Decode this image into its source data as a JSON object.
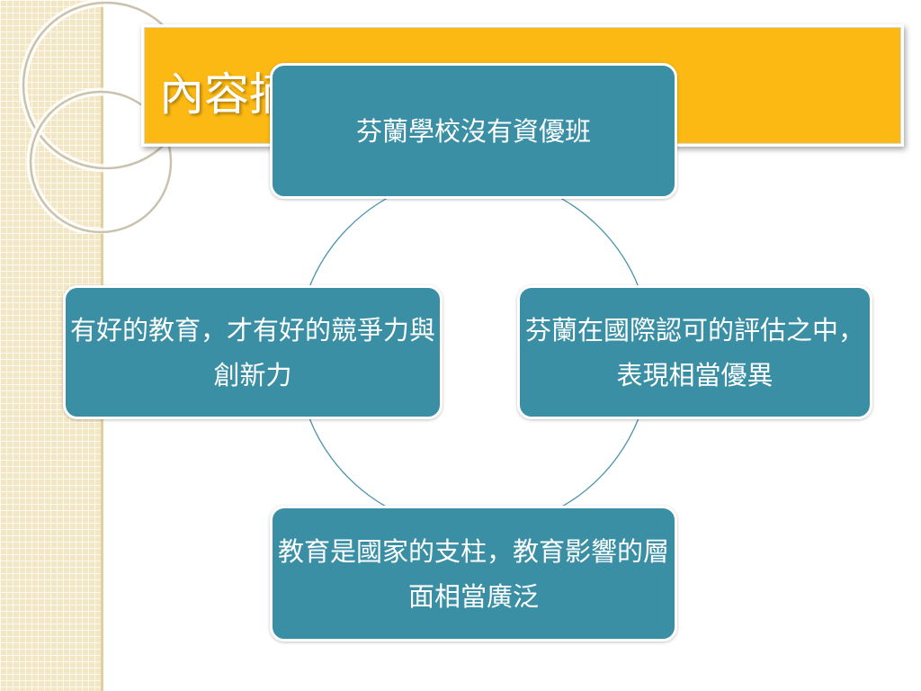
{
  "slide": {
    "title": "內容摘要"
  },
  "diagram": {
    "nodes": [
      {
        "id": "top",
        "text": "芬蘭學校沒有資優班"
      },
      {
        "id": "right",
        "text": "芬蘭在國際認可的評估之中，表現相當優異"
      },
      {
        "id": "bottom",
        "text": "教育是國家的支柱，教育影響的層面相當廣泛"
      },
      {
        "id": "left",
        "text": "有好的教育，才有好的競爭力與創新力"
      }
    ]
  },
  "colors": {
    "title_bar": "#fdb913",
    "node_fill": "#3a8fa5",
    "connector": "#4a95ad",
    "strip": "#f3e6c4"
  }
}
